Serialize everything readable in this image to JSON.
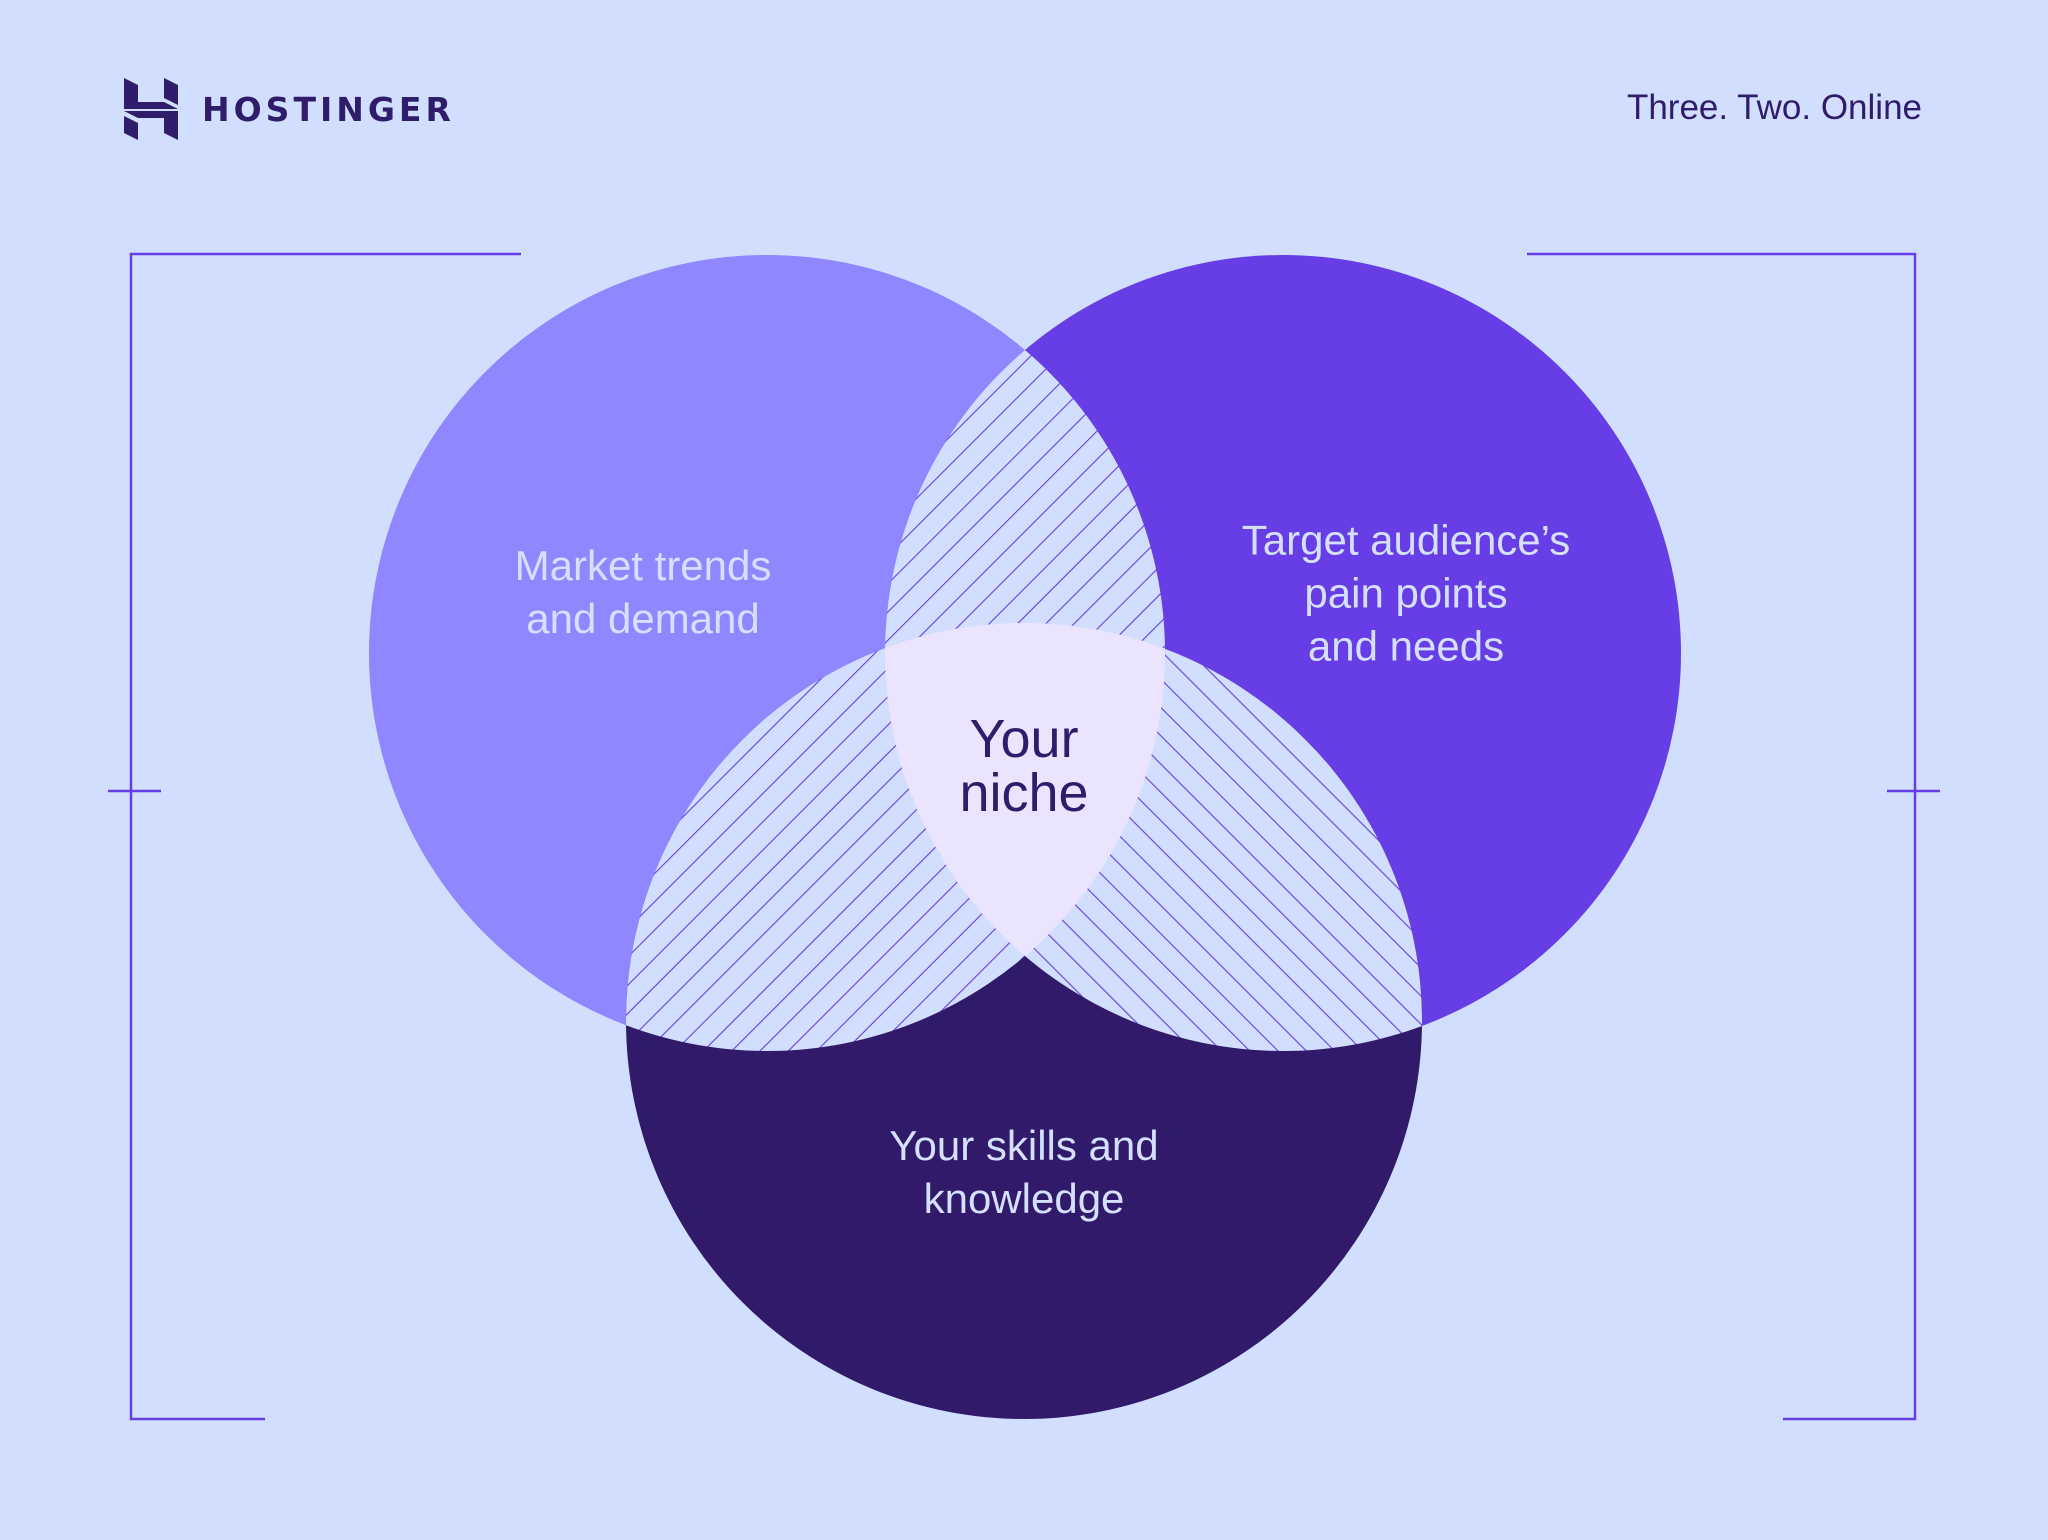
{
  "header": {
    "brand_name": "HOSTINGER",
    "brand_icon": "hostinger-h-logo-icon",
    "tagline": "Three. Two. Online"
  },
  "diagram": {
    "type": "venn-3",
    "circles": [
      {
        "id": "market",
        "label_line1": "Market trends",
        "label_line2": "and demand",
        "color": "#8f87ff"
      },
      {
        "id": "audience",
        "label_line1": "Target audience’s",
        "label_line2": "pain points",
        "label_line3": "and needs",
        "color": "#673de6"
      },
      {
        "id": "skills",
        "label_line1": "Your skills and",
        "label_line2": "knowledge",
        "color": "#311a6a"
      }
    ],
    "center": {
      "label_line1": "Your",
      "label_line2": "niche",
      "color": "#ebe4ff"
    },
    "pairwise_overlap_style": "hatched",
    "hatch_color": "#673de6",
    "background_color": "#d2defe",
    "frame_color": "#673de6"
  }
}
